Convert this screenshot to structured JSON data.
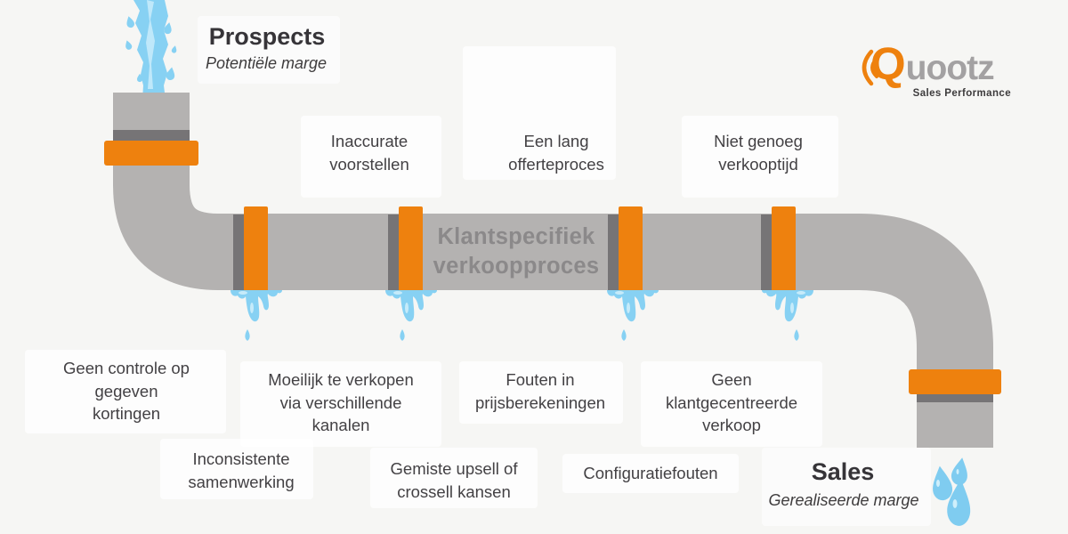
{
  "prospects": {
    "title": "Prospects",
    "subtitle": "Potentiële marge"
  },
  "sales": {
    "title": "Sales",
    "subtitle": "Gerealiseerde marge"
  },
  "pipe": {
    "label": "Klantspecifiek\nverkoopproces"
  },
  "issues_above_pipe": [
    "Inaccurate\nvoorstellen",
    "Een lang\nofferteproces",
    "Niet genoeg\nverkooptijd"
  ],
  "issues_below_pipe": [
    "Geen controle op\ngegeven\nkortingen",
    "Moeilijk te verkopen\nvia verschillende\nkanalen",
    "Fouten in\nprijsberekeningen",
    "Geen\nklantgecentreerde\nverkoop",
    "Inconsistente\nsamenwerking",
    "Gemiste upsell of\ncrossell kansen",
    "Configuratiefouten"
  ],
  "logo": {
    "q": "Q",
    "rest": "uootz",
    "tagline": "Sales Performance"
  },
  "icons": {
    "water_stream": "water-stream-icon",
    "water_drip": "water-drip-icon",
    "water_drops": "water-drops-icon",
    "soundwaves": "soundwave-arcs-icon"
  },
  "colors": {
    "orange": "#ee810e",
    "pipe_gray": "#b4b2b1",
    "joint_dark": "#767476",
    "water_blue": "#87d1f3",
    "water_highlight": "#c6ebfa",
    "text_dark": "#3f3d3f",
    "pipe_text_gray": "#8b898a",
    "background": "#f6f6f4"
  }
}
